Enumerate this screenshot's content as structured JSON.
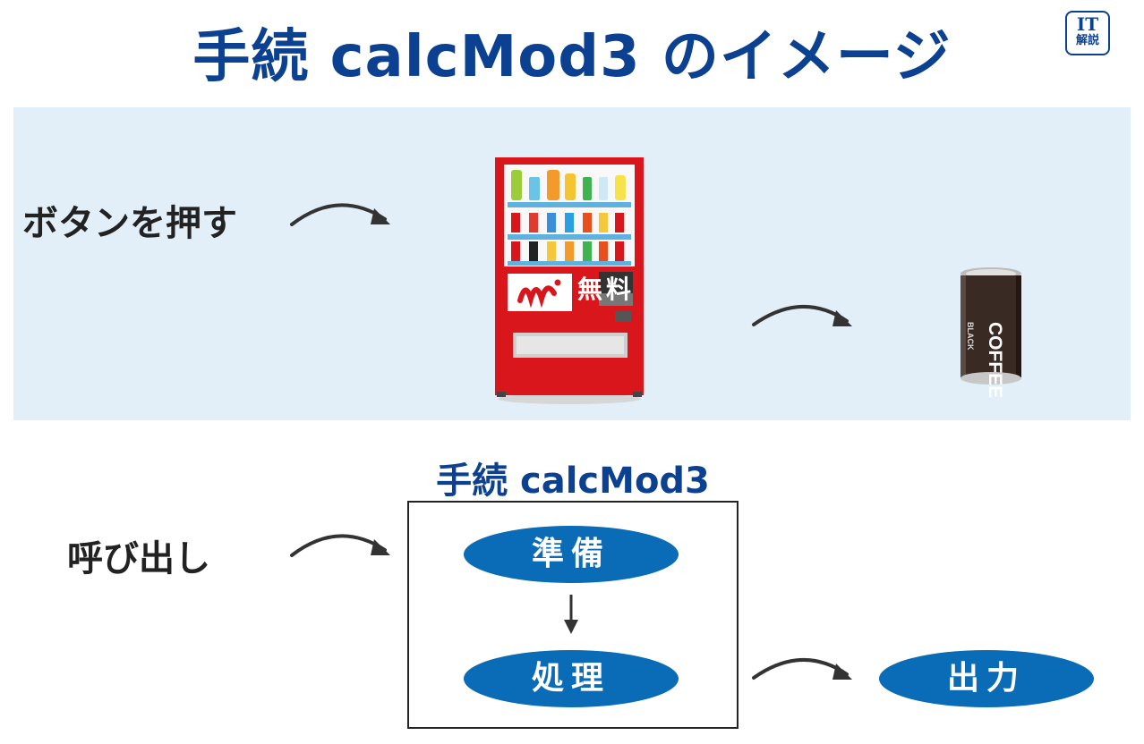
{
  "title": "手続 calcMod3 のイメージ",
  "badge": {
    "line1": "IT",
    "line2": "解説"
  },
  "top_scene": {
    "press_label": "ボタンを押す",
    "vending_machine": {
      "free_label": "無料",
      "icon": "vending-machine"
    },
    "can": {
      "text": "COFFEE",
      "subtext": "BLACK",
      "icon": "coffee-can"
    }
  },
  "bottom_scene": {
    "procedure_title": "手続 calcMod3",
    "call_label": "呼び出し",
    "steps": [
      "準備",
      "処理"
    ],
    "output_label": "出力"
  },
  "colors": {
    "title_blue": "#0b4190",
    "band_bg": "#e2eff9",
    "ellipse_blue": "#0a6bb6",
    "vending_red": "#d9161c"
  }
}
